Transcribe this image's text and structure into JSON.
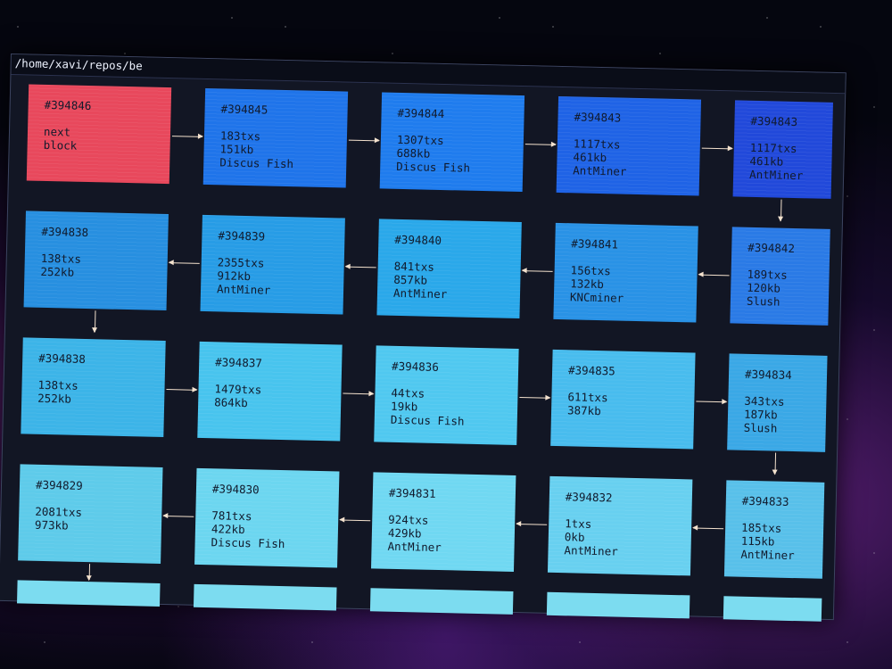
{
  "window": {
    "title": "/home/xavi/repos/be"
  },
  "blocks": {
    "b394846": {
      "id": "#394846",
      "line1": "next",
      "line2": "block",
      "line3": "",
      "color": "#e8485c"
    },
    "b394845a": {
      "id": "#394845",
      "line1": "183txs",
      "line2": "151kb",
      "line3": "Discus Fish",
      "color": "#1f74ea"
    },
    "b394844": {
      "id": "#394844",
      "line1": "1307txs",
      "line2": "688kb",
      "line3": "Discus Fish",
      "color": "#1f7cee"
    },
    "b394843a": {
      "id": "#394843",
      "line1": "1117txs",
      "line2": "461kb",
      "line3": "AntMiner",
      "color": "#1f63e6"
    },
    "b394843b": {
      "id": "#394843",
      "line1": "1117txs",
      "line2": "461kb",
      "line3": "AntMiner",
      "color": "#2149da"
    },
    "b394838a": {
      "id": "#394838",
      "line1": "138txs",
      "line2": "252kb",
      "line3": "",
      "color": "#278fe0"
    },
    "b394839": {
      "id": "#394839",
      "line1": "2355txs",
      "line2": "912kb",
      "line3": "AntMiner",
      "color": "#279ce6"
    },
    "b394840": {
      "id": "#394840",
      "line1": "841txs",
      "line2": "857kb",
      "line3": "AntMiner",
      "color": "#2aa8ea"
    },
    "b394841": {
      "id": "#394841",
      "line1": "156txs",
      "line2": "132kb",
      "line3": "KNCminer",
      "color": "#2992e6"
    },
    "b394842": {
      "id": "#394842",
      "line1": "189txs",
      "line2": "120kb",
      "line3": "Slush",
      "color": "#2a7ae6"
    },
    "b394838b": {
      "id": "#394838",
      "line1": "138txs",
      "line2": "252kb",
      "line3": "",
      "color": "#3cb4e8"
    },
    "b394837": {
      "id": "#394837",
      "line1": "1479txs",
      "line2": "864kb",
      "line3": "",
      "color": "#48c4ee"
    },
    "b394836": {
      "id": "#394836",
      "line1": "44txs",
      "line2": "19kb",
      "line3": "Discus Fish",
      "color": "#50c8f0"
    },
    "b394835": {
      "id": "#394835",
      "line1": "611txs",
      "line2": "387kb",
      "line3": "",
      "color": "#48bcee"
    },
    "b394834": {
      "id": "#394834",
      "line1": "343txs",
      "line2": "187kb",
      "line3": "Slush",
      "color": "#3aa8e6"
    },
    "b394829": {
      "id": "#394829",
      "line1": "2081txs",
      "line2": "973kb",
      "line3": "",
      "color": "#5ecbea"
    },
    "b394830": {
      "id": "#394830",
      "line1": "781txs",
      "line2": "422kb",
      "line3": "Discus Fish",
      "color": "#6cd6f0"
    },
    "b394831": {
      "id": "#394831",
      "line1": "924txs",
      "line2": "429kb",
      "line3": "AntMiner",
      "color": "#70d8f2"
    },
    "b394832": {
      "id": "#394832",
      "line1": "1txs",
      "line2": "0kb",
      "line3": "AntMiner",
      "color": "#68d0f0"
    },
    "b394833": {
      "id": "#394833",
      "line1": "185txs",
      "line2": "115kb",
      "line3": "AntMiner",
      "color": "#58c0ea"
    }
  },
  "colors": {
    "arrow": "#f4e2ce",
    "partial_row": "#7cdcf0"
  }
}
